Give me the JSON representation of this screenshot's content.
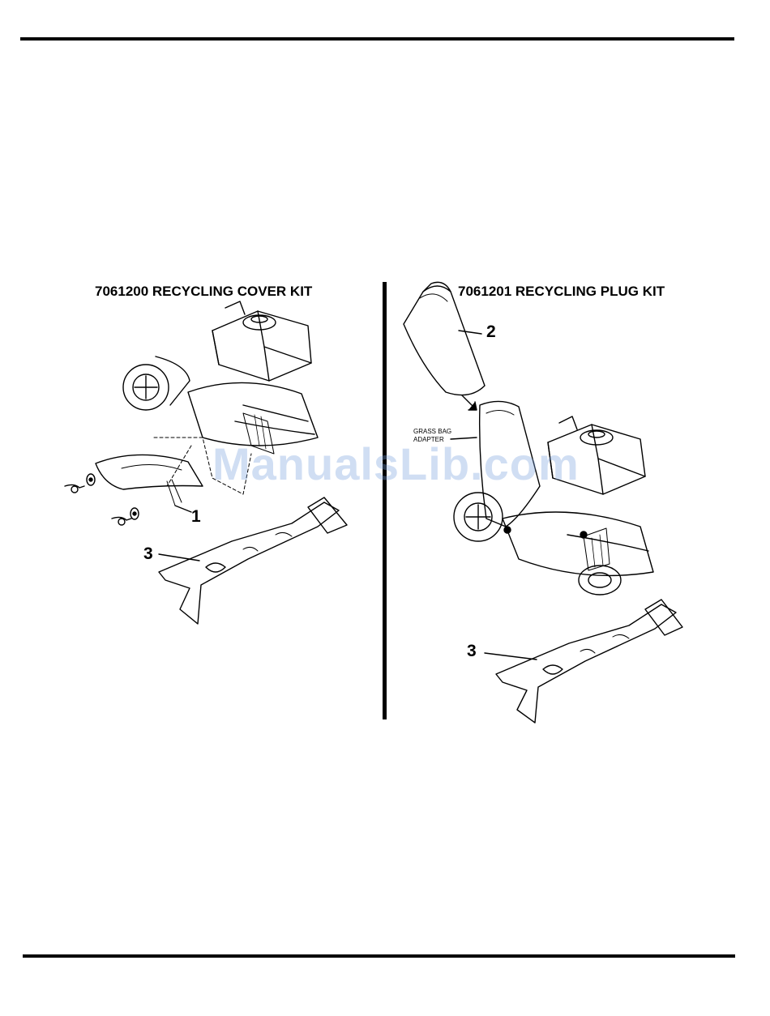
{
  "left_panel": {
    "title": "7061200 RECYCLING COVER KIT",
    "callouts": [
      "1",
      "3"
    ]
  },
  "right_panel": {
    "title": "7061201 RECYCLING PLUG KIT",
    "callouts": [
      "2",
      "3"
    ],
    "adapter_label_line1": "GRASS BAG",
    "adapter_label_line2": "ADAPTER"
  },
  "watermark": "ManualsLib.com"
}
